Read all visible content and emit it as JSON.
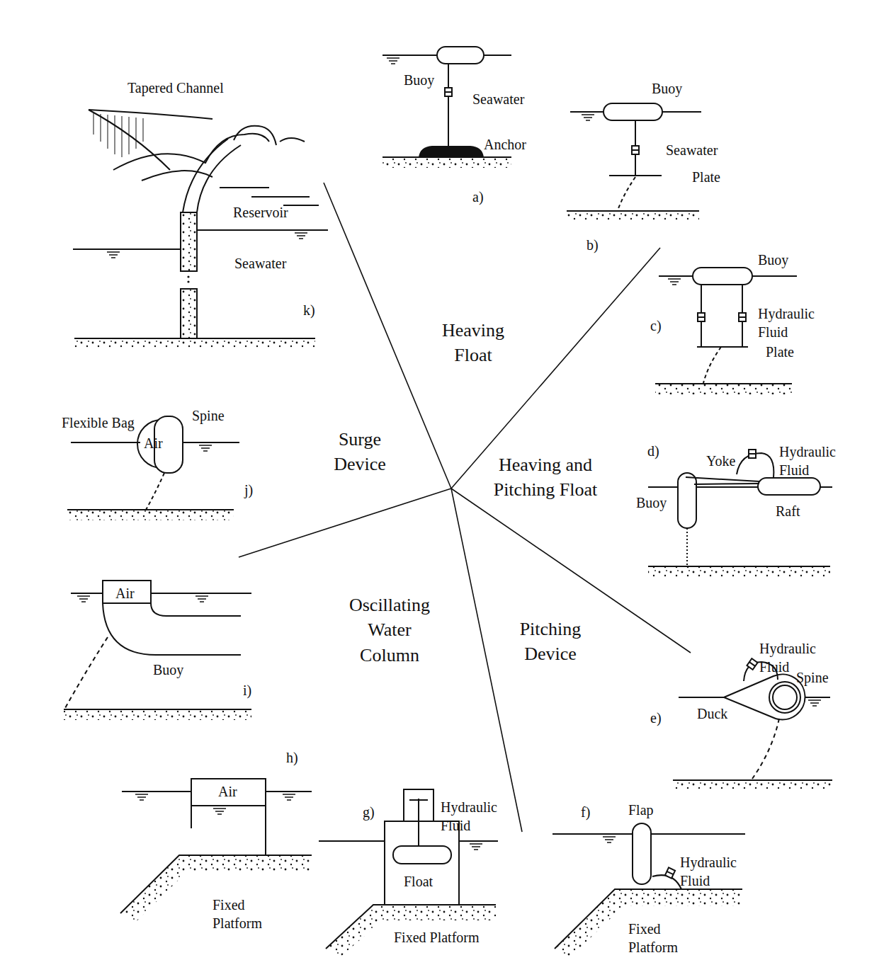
{
  "diagram": {
    "labels": [
      "Tapered Channel",
      "Buoy",
      "Seawater",
      "Anchor",
      "a)",
      "Buoy",
      "Seawater",
      "Plate",
      "b)",
      "Reservoir",
      "Seawater",
      "k)",
      "Heaving Float",
      "Buoy",
      "Hydraulic Fluid",
      "c)",
      "Plate",
      "Flexible Bag",
      "Spine",
      "Air",
      "Surge Device",
      "j)",
      "Heaving and Pitching Float",
      "d)",
      "Yoke",
      "Hydraulic Fluid",
      "Buoy",
      "Raft",
      "Air",
      "Buoy",
      "i)",
      "Oscillating Water Column",
      "Pitching Device",
      "Hydraulic Fluid",
      "Spine",
      "Duck",
      "e)",
      "h)",
      "Air",
      "Hydraulic Fluid",
      "g)",
      "f)",
      "Flap",
      "Hydraulic Fluid",
      "Float",
      "Fixed Platform",
      "Fixed Platform",
      "Fixed Platform"
    ]
  }
}
